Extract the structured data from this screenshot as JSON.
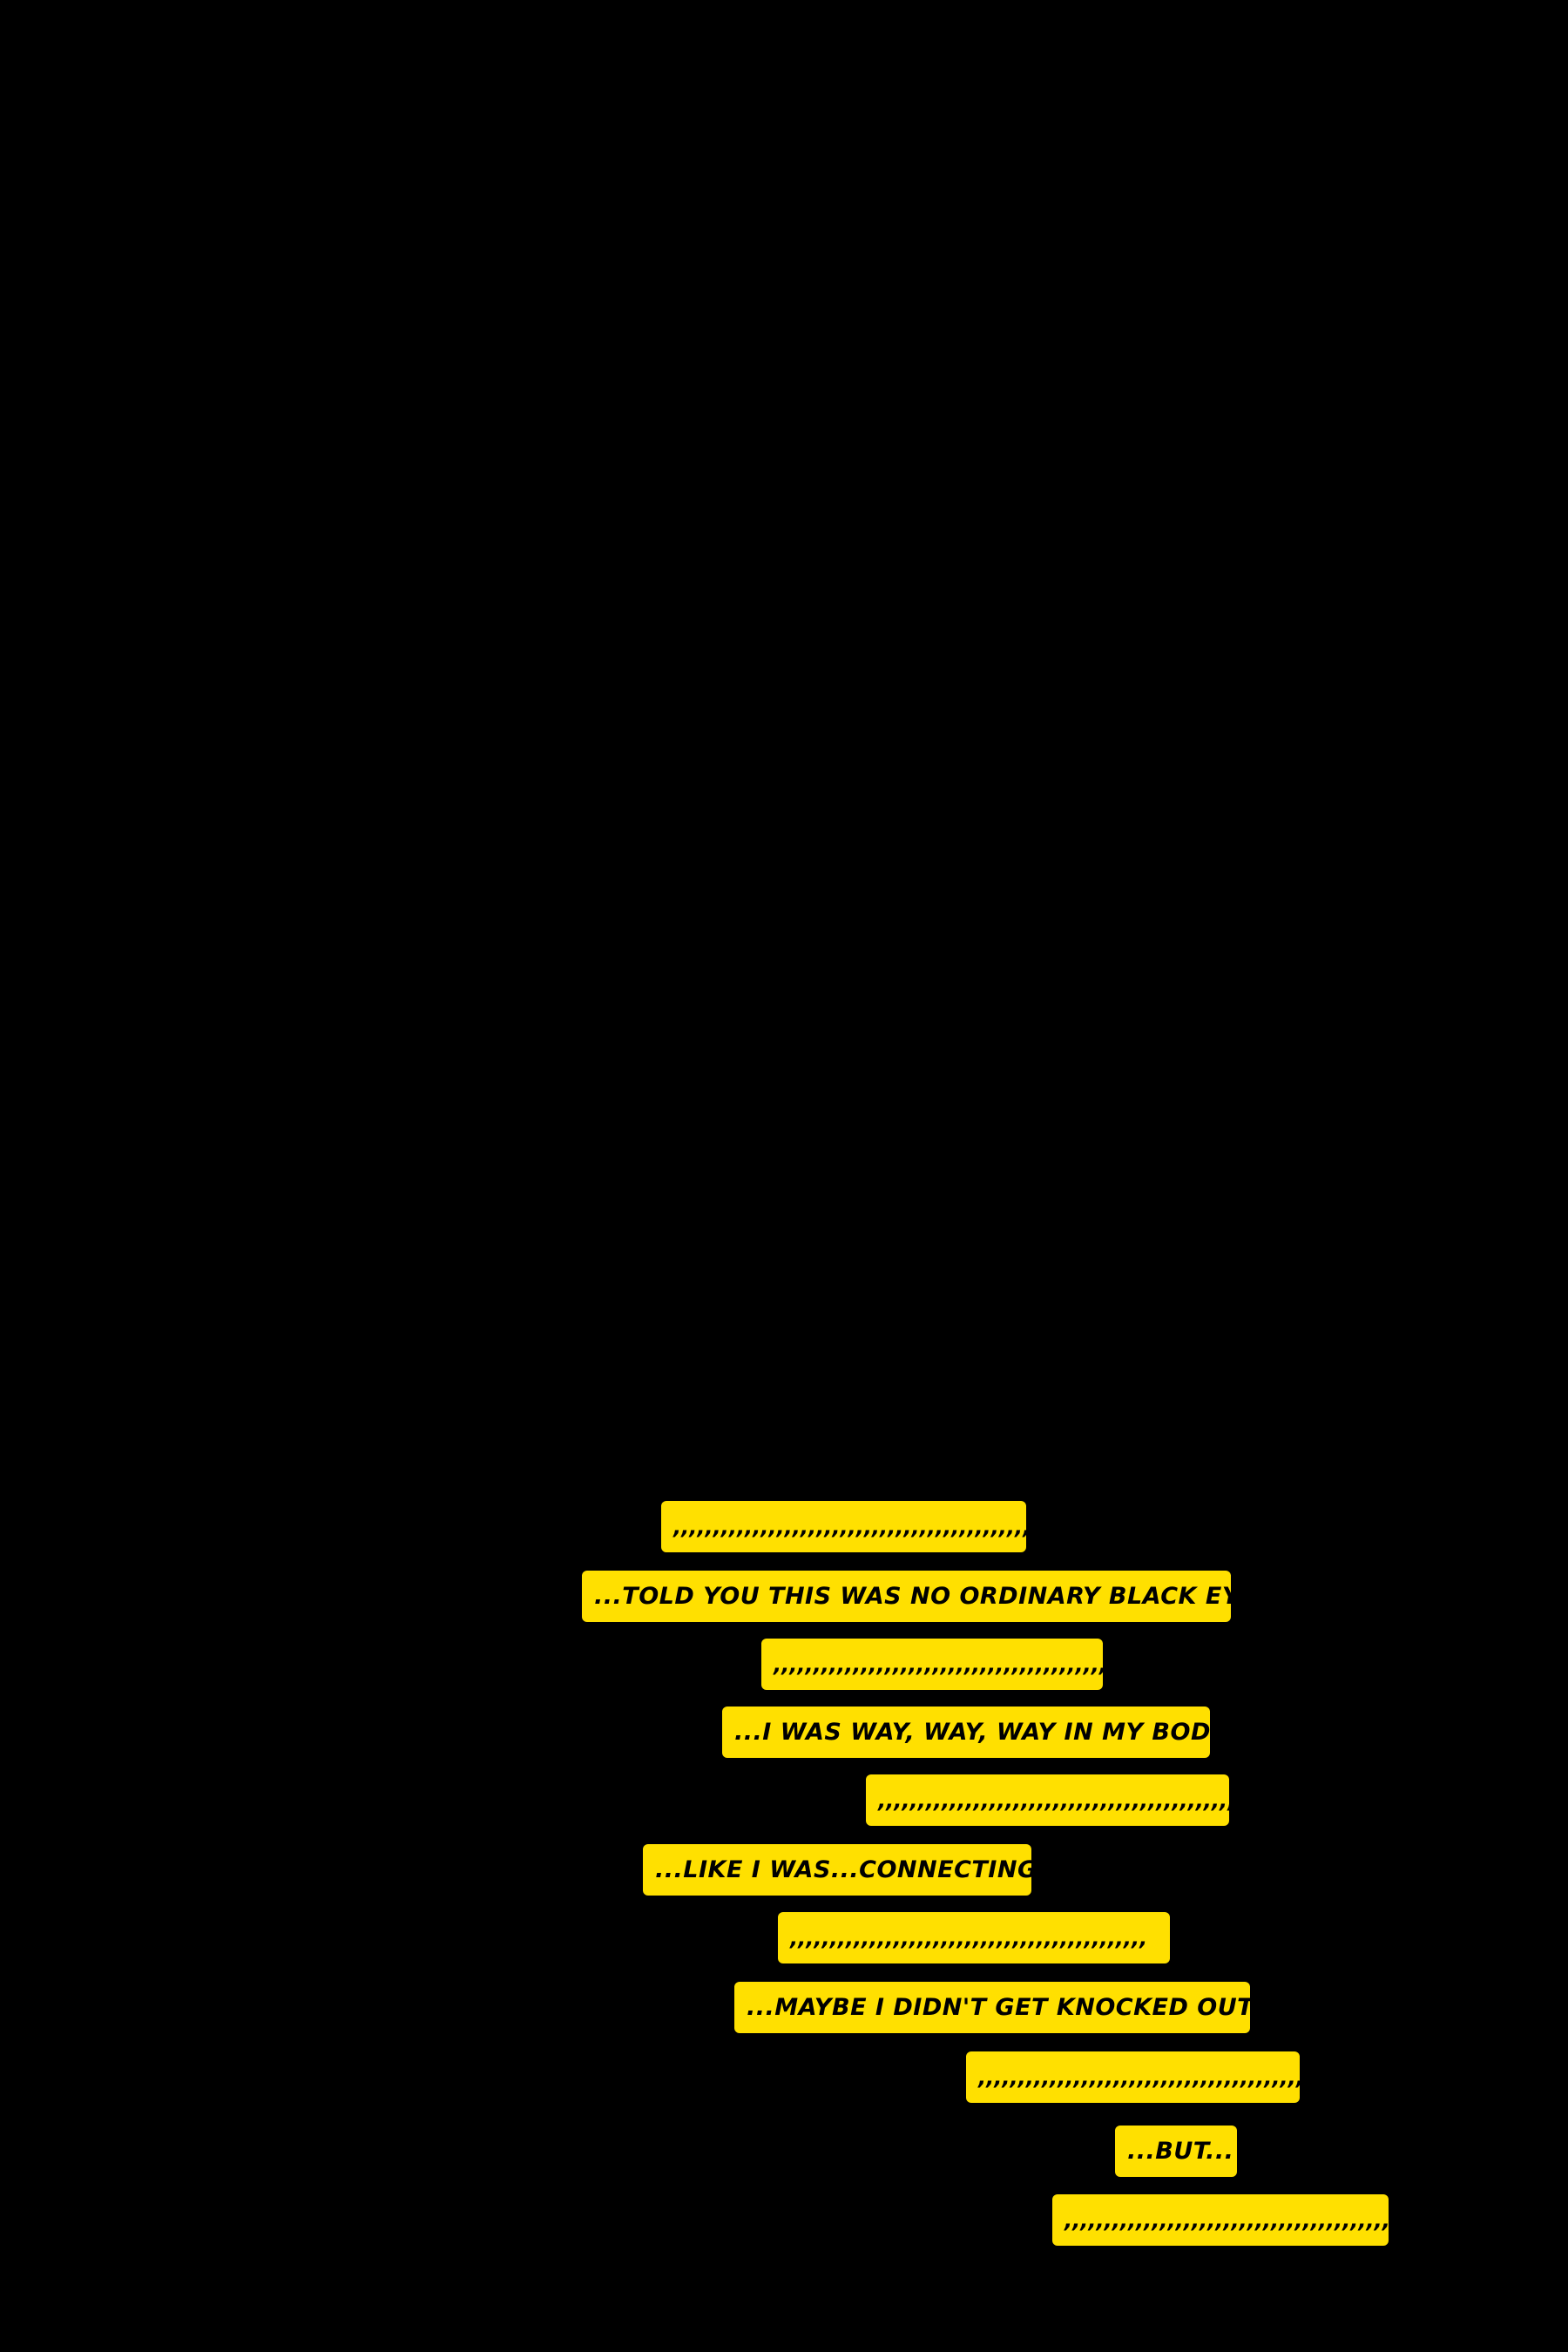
{
  "page": {
    "background_color": "#000000",
    "caption_color": "#ffe000",
    "text_color": "#000000"
  },
  "captions": [
    {
      "text": ",,,,,,,,,,,,,,,,,,,,,,,,,,,,,,,,,,,,,,,,,,,,,"
    },
    {
      "text": "...TOLD YOU THIS WAS NO ORDINARY BLACK EYE..."
    },
    {
      "text": ",,,,,,,,,,,,,,,,,,,,,,,,,,,,,,,,,,,,,,,,,,,,,"
    },
    {
      "text": "...I WAS WAY, WAY, WAY IN MY BODY..."
    },
    {
      "text": ",,,,,,,,,,,,,,,,,,,,,,,,,,,,,,,,,,,,,,,,,,,,,"
    },
    {
      "text": "...LIKE I WAS...CONNECTING..."
    },
    {
      "text": ",,,,,,,,,,,,,,,,,,,,,,,,,,,,,,,,,,,,,,,,,,,,,"
    },
    {
      "text": "...MAYBE I DIDN'T GET KNOCKED OUT..."
    },
    {
      "text": ",,,,,,,,,,,,,,,,,,,,,,,,,,,,,,,,,,,,,,,,,,,,"
    },
    {
      "text": "...BUT..."
    },
    {
      "text": ",,,,,,,,,,,,,,,,,,,,,,,,,,,,,,,,,,,,,,,,,,,,"
    }
  ]
}
